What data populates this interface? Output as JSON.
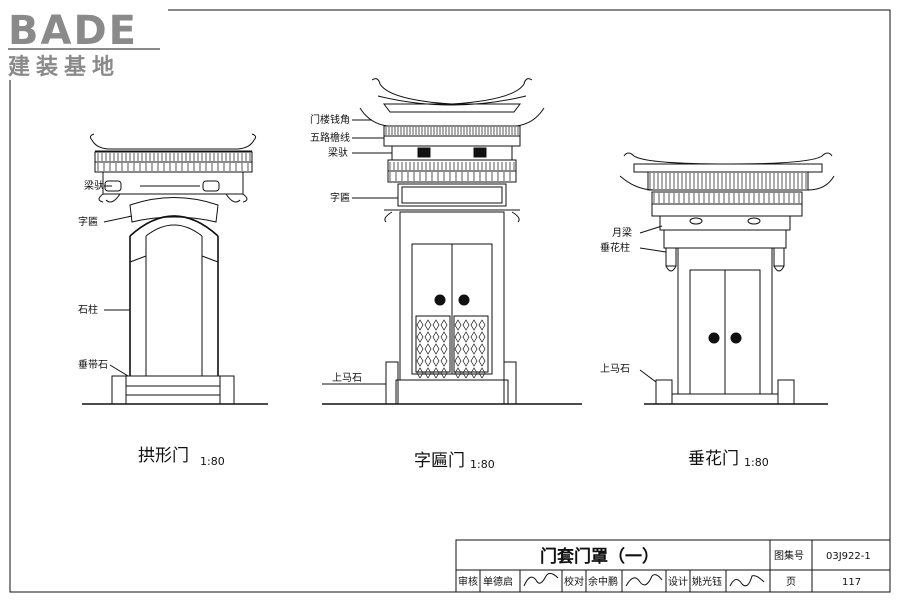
{
  "watermark": {
    "brand": "BADE",
    "subtitle": "建装基地"
  },
  "drawings": [
    {
      "caption": "拱形门",
      "scale": "1:80",
      "labels": [
        "梁驮",
        "字匾",
        "石柱",
        "垂带石"
      ]
    },
    {
      "caption": "字匾门",
      "scale": "1:80",
      "labels": [
        "门楼钱角",
        "五路檐线",
        "梁驮",
        "字匾",
        "上马石"
      ]
    },
    {
      "caption": "垂花门",
      "scale": "1:80",
      "labels": [
        "月梁",
        "垂花柱",
        "上马石"
      ]
    }
  ],
  "title_block": {
    "title": "门套门罩（一）",
    "atlas_label": "图集号",
    "atlas_no": "03J922-1",
    "review_label": "审核",
    "reviewer": "单德启",
    "check_label": "校对",
    "checker": "余中鹏",
    "design_label": "设计",
    "designer": "姚光钰",
    "page_label": "页",
    "page_no": "117"
  }
}
